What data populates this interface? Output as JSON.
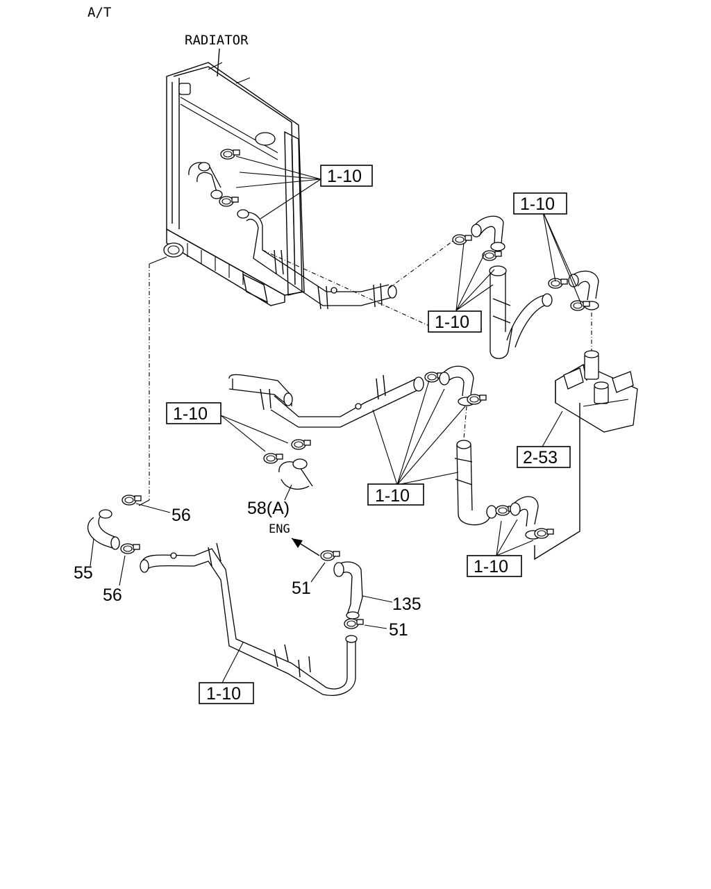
{
  "header": {
    "variant": "A/T"
  },
  "labels": {
    "radiator": "RADIATOR",
    "engine": "ENG"
  },
  "callouts": {
    "ref_1_10": "1-10",
    "ref_2_53": "2-53",
    "p55": "55",
    "p56": "56",
    "p58a": "58(A)",
    "p51": "51",
    "p135": "135"
  }
}
